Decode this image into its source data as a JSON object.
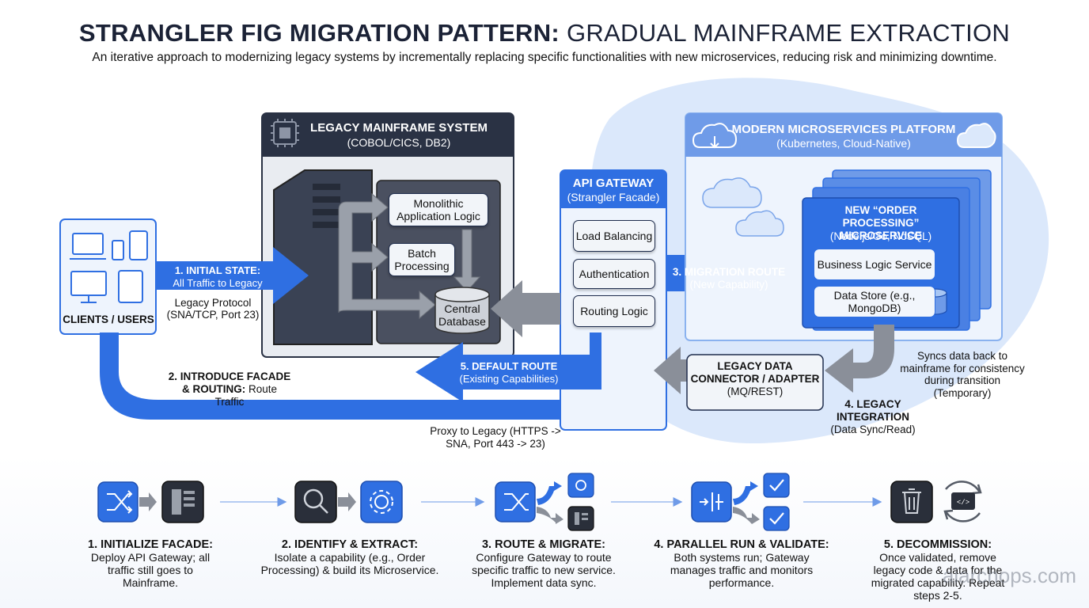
{
  "title": {
    "bold": "STRANGLER FIG MIGRATION PATTERN:",
    "light": " GRADUAL MAINFRAME EXTRACTION"
  },
  "subtitle": "An iterative approach to modernizing legacy systems by incrementally replacing specific functionalities with new microservices, reducing risk and minimizing downtime.",
  "clients": {
    "label": "CLIENTS / USERS"
  },
  "legacy": {
    "title": "LEGACY MAINFRAME SYSTEM",
    "subtitle": "(COBOL/CICS, DB2)",
    "monolithic": "Monolithic Application Logic",
    "batch": "Batch Processing",
    "database": "Central Database"
  },
  "gateway": {
    "title": "API GATEWAY",
    "subtitle": "(Strangler Facade)",
    "load_balancing": "Load Balancing",
    "authentication": "Authentication",
    "routing": "Routing Logic"
  },
  "modern": {
    "title": "MODERN MICROSERVICES PLATFORM",
    "subtitle": "(Kubernetes, Cloud-Native)",
    "ms_title": "NEW “ORDER PROCESSING” MICROSERVICE",
    "ms_subtitle": "(Node.js/Go, NoSQL)",
    "business": "Business Logic Service",
    "datastore": "Data Store (e.g., MongoDB)"
  },
  "connector": {
    "title": "LEGACY DATA CONNECTOR / ADAPTER",
    "subtitle": "(MQ/REST)"
  },
  "arrows": {
    "initial_title": "1. INITIAL STATE:",
    "initial_sub": "All Traffic to Legacy",
    "legacy_protocol": "Legacy Protocol (SNA/TCP, Port 23)",
    "facade_bold": "2. INTRODUCE FACADE & ROUTING:",
    "facade_rest": " Route Traffic",
    "migration_title": "3. MIGRATION ROUTE",
    "migration_sub": "(New Capability)",
    "default_title": "5. DEFAULT ROUTE",
    "default_sub": "(Existing Capabilities)",
    "proxy": "Proxy to Legacy (HTTPS -> SNA, Port 443 -> 23)",
    "legacy_integration_title": "4. LEGACY INTEGRATION",
    "legacy_integration_sub": "(Data Sync/Read)",
    "sync_note": "Syncs data back to mainframe for consistency during transition (Temporary)"
  },
  "steps": [
    {
      "title": "1. INITIALIZE FACADE:",
      "desc": "Deploy API Gateway; all traffic still goes to Mainframe."
    },
    {
      "title": "2. IDENTIFY & EXTRACT:",
      "desc": "Isolate a capability (e.g., Order Processing) & build its Microservice."
    },
    {
      "title": "3. ROUTE & MIGRATE:",
      "desc": "Configure Gateway to route specific traffic to new service. Implement data sync."
    },
    {
      "title": "4. PARALLEL RUN & VALIDATE:",
      "desc": "Both systems run; Gateway manages traffic and monitors performance."
    },
    {
      "title": "5. DECOMMISSION:",
      "desc": "Once validated, remove legacy code & data for the migrated capability. Repeat steps 2-5."
    }
  ],
  "watermark": "aiarchops.com",
  "colors": {
    "accent_blue": "#2f6fe2",
    "dark_navy": "#2a3244",
    "light_blue": "#d6e6fb",
    "gray_arrow": "#8a8f99"
  }
}
